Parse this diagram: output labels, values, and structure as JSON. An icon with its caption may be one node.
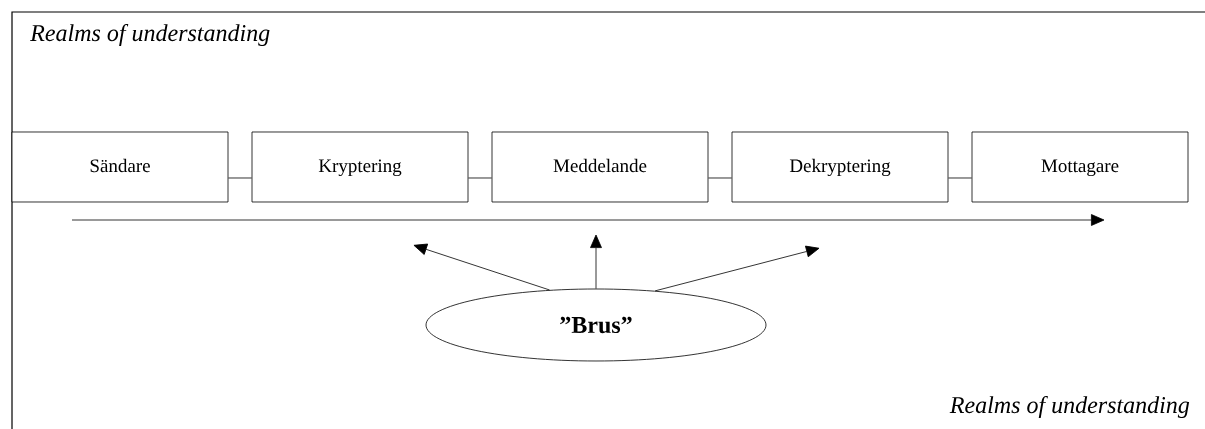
{
  "diagram": {
    "nodes": [
      {
        "text": [
          "Sändare"
        ]
      },
      {
        "text": [
          "Kryptering"
        ]
      },
      {
        "text": [
          "Meddelande"
        ]
      },
      {
        "text": [
          "Dekryptering"
        ]
      },
      {
        "text": [
          "Mottagare"
        ]
      },
      {
        "text": [
          "”Brus”"
        ]
      }
    ],
    "edges": [
      {
        "from": 0,
        "to": 1,
        "arrow": "none"
      },
      {
        "from": 1,
        "to": 2,
        "arrow": "none"
      },
      {
        "from": 2,
        "to": 3,
        "arrow": "none"
      },
      {
        "from": 3,
        "to": 4,
        "arrow": "none"
      },
      {
        "from": 5,
        "to": null,
        "arrow": "to"
      },
      {
        "from": 5,
        "to": null,
        "arrow": "to"
      },
      {
        "from": 5,
        "to": null,
        "arrow": "to"
      }
    ],
    "labels": [
      "Realms of understanding",
      "Realms of understanding"
    ]
  }
}
